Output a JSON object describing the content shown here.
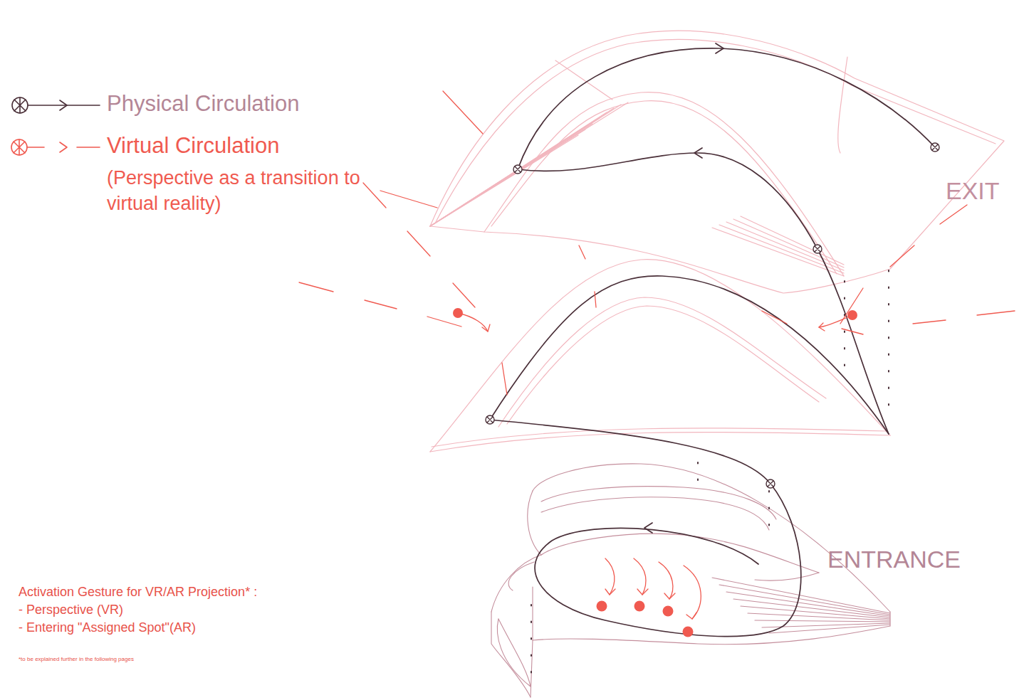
{
  "diagram": {
    "labels": [
      "(Perspective as a transition to virtual reality)",
      "EXIT",
      "ENTRANCE",
      "Activation Gesture for VR/AR Projection* :",
      "- Perspective (VR)",
      "- Entering \"Assigned Spot\"(AR)",
      "*to be explained further in the following pages"
    ],
    "legend": [
      {
        "text": "Physical Circulation"
      },
      {
        "text": "Virtual Circulation"
      }
    ]
  }
}
